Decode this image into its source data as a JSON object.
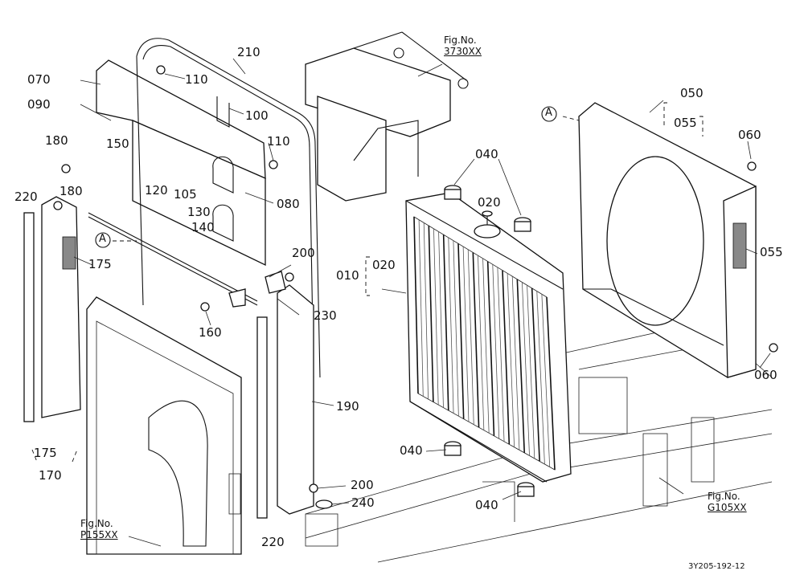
{
  "labels": [
    {
      "text": "070"
    },
    {
      "text": "090"
    },
    {
      "text": "180"
    },
    {
      "text": "180"
    },
    {
      "text": "220"
    },
    {
      "text": "150"
    },
    {
      "text": "120"
    },
    {
      "text": "110"
    },
    {
      "text": "100"
    },
    {
      "text": "210"
    },
    {
      "text": "110"
    },
    {
      "text": "105"
    },
    {
      "text": "080"
    },
    {
      "text": "130"
    },
    {
      "text": "140"
    },
    {
      "text": "175"
    },
    {
      "text": "200"
    },
    {
      "text": "160"
    },
    {
      "text": "230"
    },
    {
      "text": "190"
    },
    {
      "text": "175"
    },
    {
      "text": "170"
    },
    {
      "text": "220"
    },
    {
      "text": "200"
    },
    {
      "text": "240"
    },
    {
      "text": "010"
    },
    {
      "text": "020"
    },
    {
      "text": "020"
    },
    {
      "text": "040"
    },
    {
      "text": "040"
    },
    {
      "text": "040"
    },
    {
      "text": "050"
    },
    {
      "text": "055"
    },
    {
      "text": "060"
    },
    {
      "text": "055"
    },
    {
      "text": "060"
    }
  ],
  "callouts": [
    {
      "text": "A"
    },
    {
      "text": "A"
    }
  ],
  "fig_refs": [
    {
      "line1": "Fig.No.",
      "line2": "3730XX"
    },
    {
      "line1": "Fig.No.",
      "line2": "P155XX"
    },
    {
      "line1": "Fig.No.",
      "line2": "G105XX"
    }
  ],
  "drawing_code": "3Y205-192-12"
}
